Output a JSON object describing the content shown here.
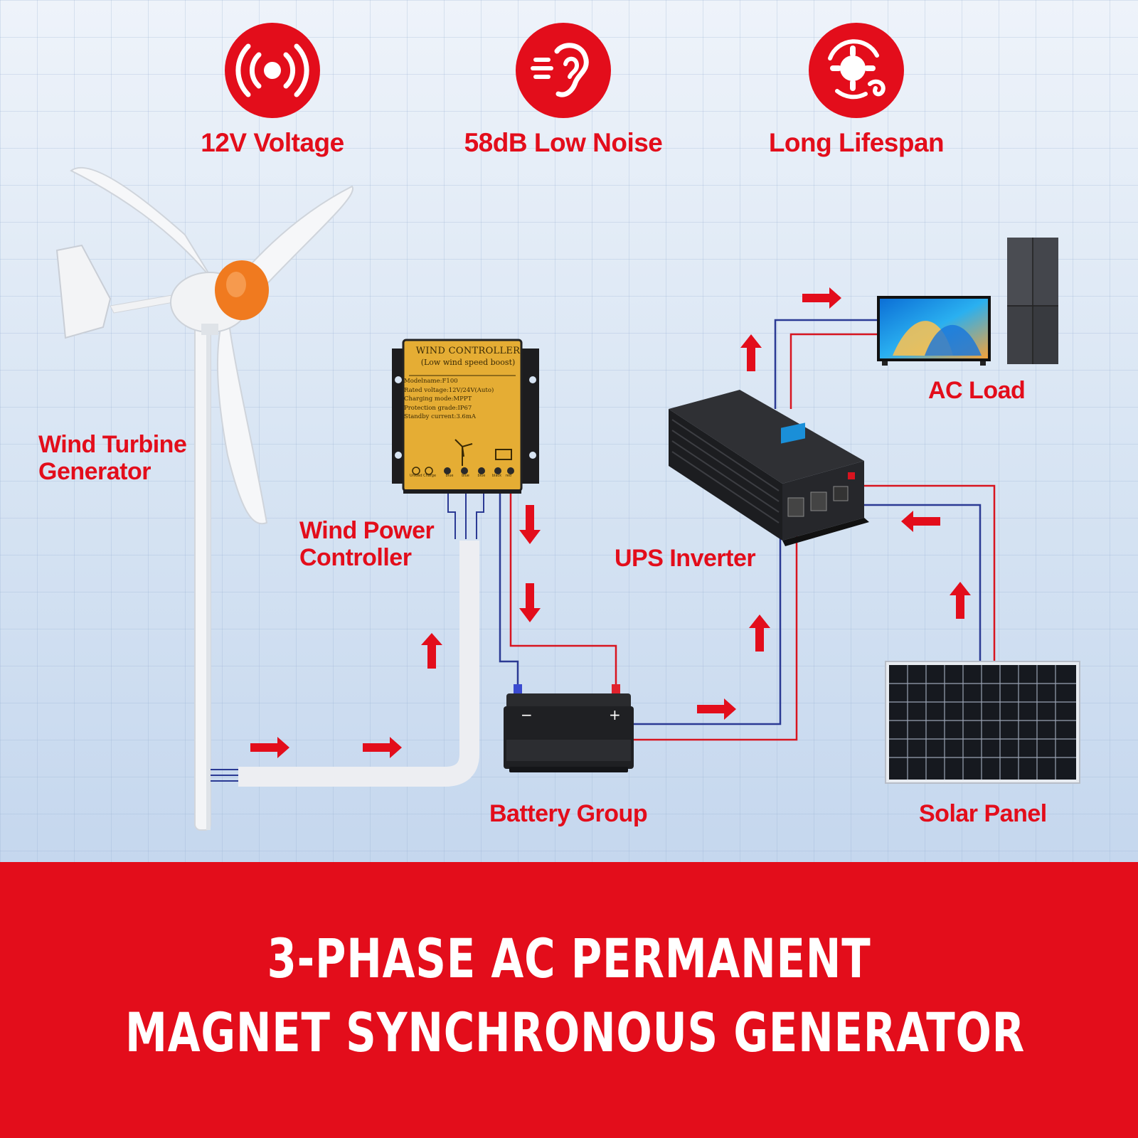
{
  "features": [
    {
      "label": "12V Voltage",
      "icon": "vibration-signal-icon"
    },
    {
      "label": "58dB Low Noise",
      "icon": "ear-sound-icon"
    },
    {
      "label": "Long Lifespan",
      "icon": "gear-cycle-icon"
    }
  ],
  "labels": {
    "wind_turbine": [
      "Wind Turbine",
      "Generator"
    ],
    "wind_power_controller": [
      "Wind Power",
      "Controller"
    ],
    "ups_inverter": "UPS Inverter",
    "ac_load": "AC Load",
    "battery_group": "Battery Group",
    "solar_panel": "Solar Panel"
  },
  "controller": {
    "title": "WIND CONTROLLER",
    "subtitle": "(Low wind speed boost)",
    "specs": [
      "Modelname:F100",
      "Rated voltage:12V/24V(Auto)",
      "Charging mode:MPPT",
      "Protection grade:IP67",
      "Standby current:3.6mA"
    ],
    "terminals": [
      "Unload",
      "Charge",
      "blue",
      "blue",
      "blue",
      "black",
      "red"
    ]
  },
  "battery": {
    "minus": "−",
    "plus": "+"
  },
  "banner": {
    "line1": "3-PHASE AC PERMANENT",
    "line2": "MAGNET SYNCHRONOUS GENERATOR"
  },
  "colors": {
    "accent": "#e30d1b",
    "wire_red": "#d8141f",
    "wire_blue": "#2b3a94"
  }
}
